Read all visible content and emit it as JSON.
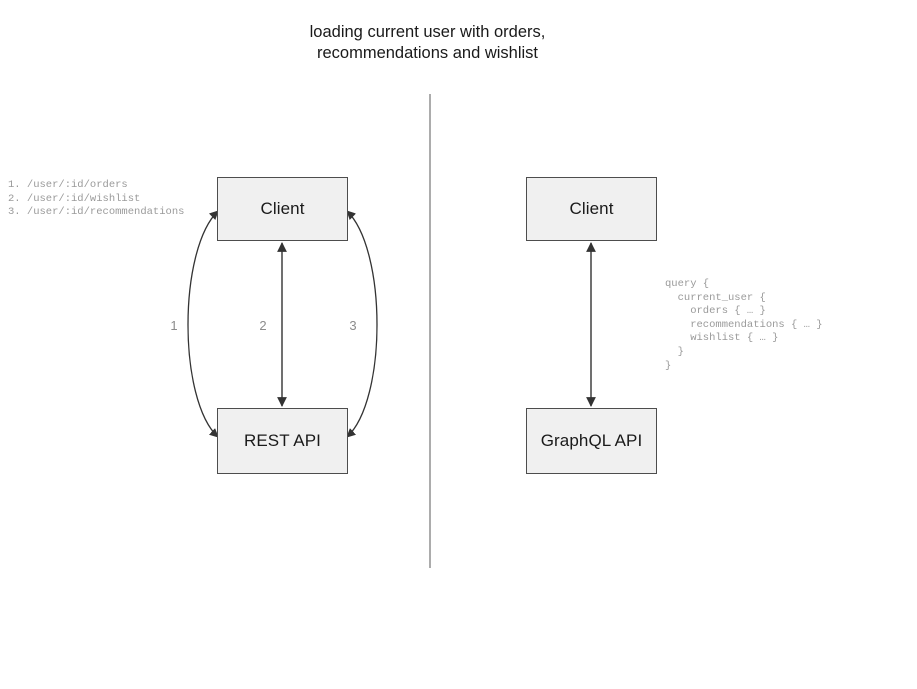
{
  "diagram": {
    "title": "loading current user with orders,\nrecommendations and wishlist",
    "colors": {
      "box_fill": "#f0f0f0",
      "box_border": "#4d4d4d",
      "text": "#1a1a1a",
      "code_text": "#9a9a9a",
      "edge_stroke": "#333333",
      "divider": "#808080"
    }
  },
  "rest_side": {
    "client_label": "Client",
    "api_label": "REST API",
    "endpoint_list": "1. /user/:id/orders\n2. /user/:id/wishlist\n3. /user/:id/recommendations",
    "endpoints": [
      {
        "number": "1",
        "path": "/user/:id/orders"
      },
      {
        "number": "2",
        "path": "/user/:id/wishlist"
      },
      {
        "number": "3",
        "path": "/user/:id/recommendations"
      }
    ],
    "edge_labels": [
      "1",
      "2",
      "3"
    ]
  },
  "graphql_side": {
    "client_label": "Client",
    "api_label": "GraphQL API",
    "query": "query {\n  current_user {\n    orders { … }\n    recommendations { … }\n    wishlist { … }\n  }\n}"
  }
}
